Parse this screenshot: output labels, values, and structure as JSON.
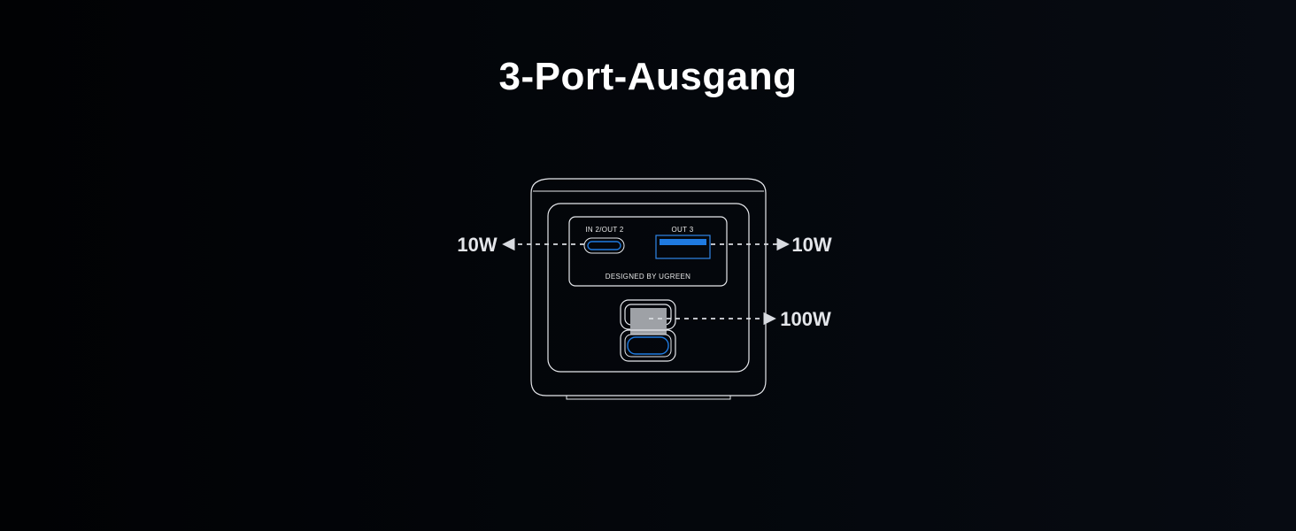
{
  "title": "3-Port-Ausgang",
  "device": {
    "port_label_left": "IN 2/OUT 2",
    "port_label_right": "OUT 3",
    "branding": "DESIGNED BY UGREEN"
  },
  "callouts": {
    "left": "10W",
    "right": "10W",
    "bottom": "100W"
  },
  "colors": {
    "background": "#04070c",
    "outline": "#e6e8ec",
    "port_accent": "#1f7ae0"
  }
}
